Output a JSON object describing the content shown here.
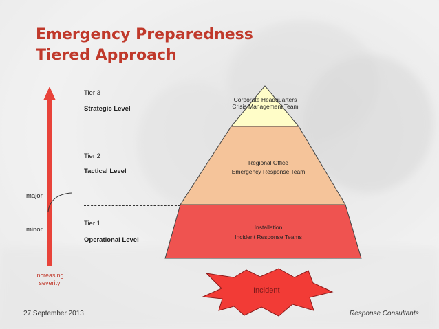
{
  "title": {
    "line1": "Emergency Preparedness",
    "line2": "Tiered Approach"
  },
  "tiers": [
    {
      "tier": "Tier 3",
      "level": "Strategic Level",
      "box": [
        "Corporate Headquarters",
        "Crisis Management Team"
      ],
      "color": "#fffdc8"
    },
    {
      "tier": "Tier 2",
      "level": "Tactical Level",
      "box": [
        "Regional Office",
        "Emergency Response Team"
      ],
      "color": "#f5c49a"
    },
    {
      "tier": "Tier 1",
      "level": "Operational Level",
      "box": [
        "Installation",
        "Incident Response Teams"
      ],
      "color": "#ef5350"
    }
  ],
  "scale": {
    "major": "major",
    "minor": "minor",
    "severity": [
      "increasing",
      "severity"
    ]
  },
  "incident_label": "Incident",
  "footer": {
    "date": "27 September 2013",
    "company": "Response Consultants"
  },
  "colors": {
    "title": "#c0392b",
    "arrow": "#e8433a",
    "incident": "#f23b36"
  }
}
